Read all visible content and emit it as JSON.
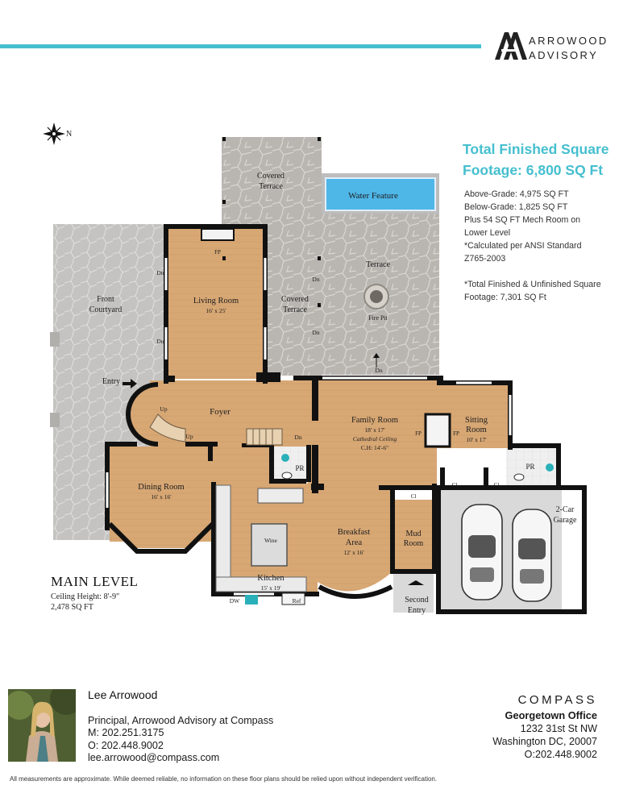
{
  "brand": {
    "line1": "ARROWOOD",
    "line2": "ADVISORY",
    "accent": "#45bfcf"
  },
  "compass_label": "N",
  "rooms": {
    "covered_terrace_top": [
      "Covered",
      "Terrace"
    ],
    "water_feature": "Water Feature",
    "terrace": "Terrace",
    "fire_pit": "Fire Pit",
    "front_courtyard": [
      "Front",
      "Courtyard"
    ],
    "living_room": {
      "name": "Living Room",
      "size": "16' x 25'",
      "fp": "FP"
    },
    "covered_terrace_mid": [
      "Covered",
      "Terrace"
    ],
    "entry": "Entry",
    "foyer": "Foyer",
    "family_room": {
      "name": "Family Room",
      "size": "18' x 17'",
      "ceiling": "Cathedral Ceiling",
      "height": "C.H: 14'-6\""
    },
    "sitting_room": {
      "name1": "Sitting",
      "name2": "Room",
      "size": "10' x 17'"
    },
    "dining_room": {
      "name": "Dining Room",
      "size": "16' x 16'"
    },
    "breakfast": {
      "name1": "Breakfast",
      "name2": "Area",
      "size": "12' x 16'"
    },
    "kitchen": {
      "name": "Kitchen",
      "size": "15' x 19'",
      "wine": "Wine",
      "dw": "DW",
      "ref": "Ref"
    },
    "mud_room": [
      "Mud",
      "Room"
    ],
    "garage": [
      "2-Car",
      "Garage"
    ],
    "second_entry": [
      "Second",
      "Entry"
    ],
    "pr": "PR",
    "cl": "Cl",
    "fp": "FP",
    "up": "Up",
    "dn": "Dn"
  },
  "square_footage": {
    "title_line1": "Total Finished Square",
    "title_line2": "Footage: 6,800 SQ Ft",
    "notes": [
      "Above-Grade: 4,975 SQ FT",
      "Below-Grade: 1,825 SQ FT",
      "Plus 54 SQ FT Mech Room on",
      "Lower Level",
      "*Calculated per ANSI Standard",
      "Z765-2003"
    ],
    "notes2": [
      "*Total Finished & Unfinished Square",
      "Footage: 7,301 SQ Ft"
    ]
  },
  "level": {
    "title": "MAIN LEVEL",
    "ceiling": "Ceiling Height: 8'-9\"",
    "area": "2,478 SQ FT"
  },
  "agent": {
    "name": "Lee Arrowood",
    "title": "Principal, Arrowood Advisory at Compass",
    "mobile": "M: 202.251.3175",
    "office": "O: 202.448.9002",
    "email": "lee.arrowood@compass.com"
  },
  "office": {
    "logo": "COMPASS",
    "name": "Georgetown Office",
    "street": "1232 31st St NW",
    "city": "Washington DC, 20007",
    "phone": "O:202.448.9002"
  },
  "disclaimer": "All measurements are approximate. While deemed reliable, no information on these floor plans should be relied upon without independent verification."
}
